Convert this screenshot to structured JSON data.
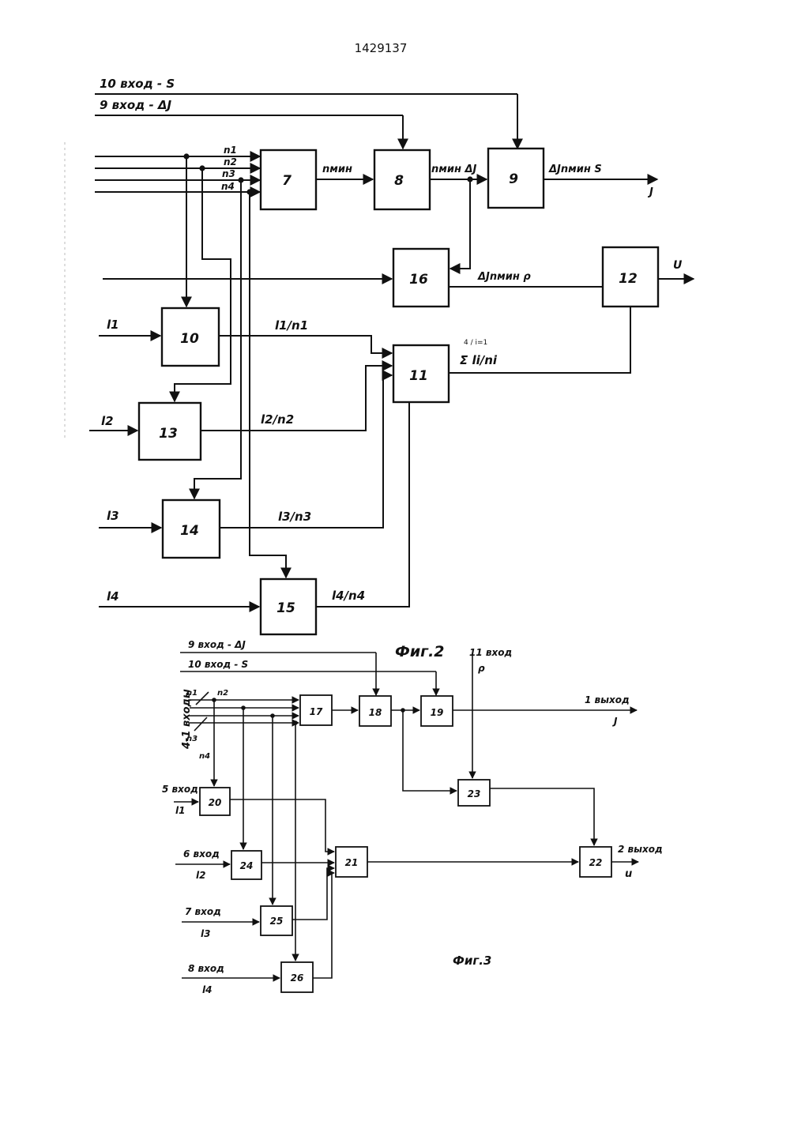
{
  "patent_number": "1429137",
  "fig2": {
    "caption": "Фиг.2",
    "input10_label": "10 вход - S",
    "input9_label": "9 вход - ΔJ",
    "n_labels": [
      "n1",
      "n2",
      "n3",
      "n4"
    ],
    "l_labels": [
      "l1",
      "l2",
      "l3",
      "l4"
    ],
    "blocks": [
      "7",
      "8",
      "9",
      "10",
      "11",
      "12",
      "13",
      "14",
      "15",
      "16"
    ],
    "signal_nmin": "nмин",
    "signal_nmin_dj": "nмин ΔJ",
    "signal_dj_nmin_s": "ΔJnмин S",
    "output_j": "J",
    "signal_dj_nmin_rho": "ΔJnмин ρ",
    "output_u": "U",
    "ratio_labels": [
      "l1/n1",
      "l2/n2",
      "l3/n3",
      "l4/n4"
    ],
    "sum_label": "Σ li/ni",
    "sum_limits": "4 / i=1"
  },
  "fig3": {
    "caption": "Фиг.3",
    "input9_label": "9 вход - ΔJ",
    "input10_label": "10 вход - S",
    "input11_label": "11 вход",
    "input11_sub": "ρ",
    "inputs_group_label": "4-1 входы",
    "n_labels": [
      "n1",
      "n2",
      "n3",
      "n4"
    ],
    "blocks": [
      "17",
      "18",
      "19",
      "20",
      "21",
      "22",
      "23",
      "24",
      "25",
      "26"
    ],
    "output1_label": "1 выход",
    "output1_sub": "J",
    "output2_label": "2 выход",
    "output2_sub": "u",
    "side_inputs": [
      {
        "label": "5 вход",
        "sub": "l1"
      },
      {
        "label": "6 вход",
        "sub": "l2"
      },
      {
        "label": "7 вход",
        "sub": "l3"
      },
      {
        "label": "8 вход",
        "sub": "l4"
      }
    ]
  }
}
